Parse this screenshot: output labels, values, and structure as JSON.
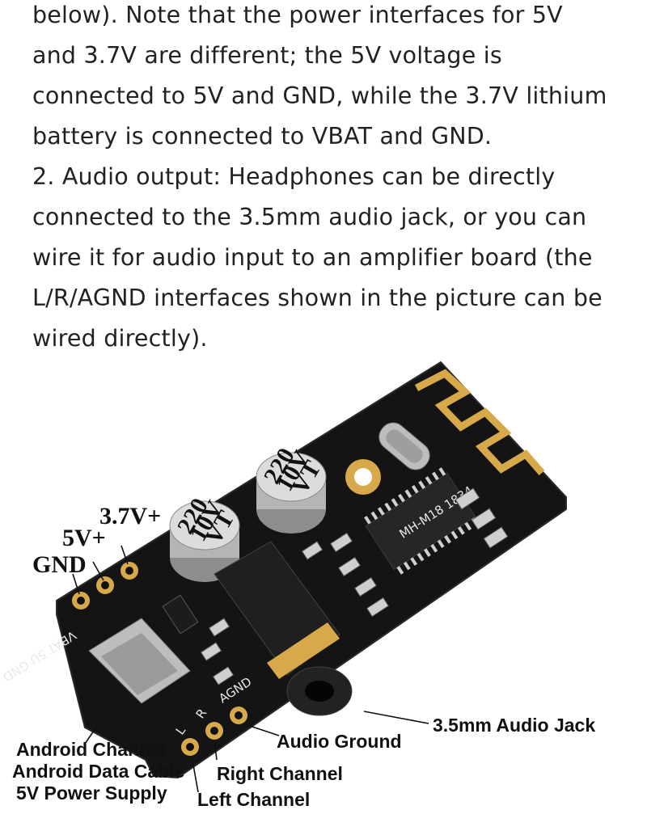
{
  "paragraph": {
    "lines": [
      "below). Note that the power interfaces for 5V",
      "and 3.7V are different; the 5V voltage is",
      "connected to 5V and GND, while the 3.7V lithium",
      "battery is connected to VBAT and GND.",
      "2. Audio output: Headphones can be directly",
      "connected to the 3.5mm audio jack, or you can",
      "wire it for audio input to an amplifier board (the",
      "L/R/AGND interfaces shown in the picture can be",
      "wired directly)."
    ]
  },
  "figure": {
    "labels": {
      "v37": "3.7V+",
      "v5": "5V+",
      "gnd": "GND",
      "jack": "3.5mm Audio Jack",
      "audio_ground": "Audio Ground",
      "right_channel": "Right Channel",
      "left_channel": "Left Channel",
      "usb_line1": "Android Channel",
      "usb_line2": "Android Data Cable",
      "usb_line3": "5V Power Supply"
    },
    "silkscreen": {
      "power_row": "VBAT 5U GND",
      "audio_row": "AGND",
      "l": "L",
      "r": "R",
      "chip": "MH-M18 1834"
    },
    "capacitors": [
      {
        "lines": [
          "220",
          "10V",
          "VT"
        ]
      },
      {
        "lines": [
          "220",
          "10V",
          "VT"
        ]
      }
    ],
    "colors": {
      "pcb": "#141414",
      "gold": "#d7a94a",
      "silver": "#bdbdbd"
    }
  }
}
